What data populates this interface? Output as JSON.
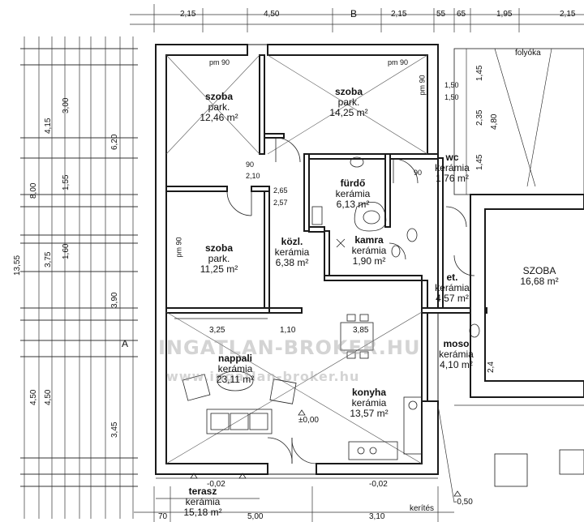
{
  "rooms": {
    "szoba1": {
      "name": "szoba",
      "sub": "park.",
      "area": "12,46 m²"
    },
    "szoba2": {
      "name": "szoba",
      "sub": "park.",
      "area": "14,25 m²"
    },
    "szoba3": {
      "name": "szoba",
      "sub": "park.",
      "area": "11,25 m²"
    },
    "furdo": {
      "name": "fürdő",
      "sub": "kerámia",
      "area": "6,13 m²"
    },
    "kozl": {
      "name": "közl.",
      "sub": "kerámia",
      "area": "6,38 m²"
    },
    "kamra": {
      "name": "kamra",
      "sub": "kerámia",
      "area": "1,90 m²"
    },
    "wc": {
      "name": "wc",
      "sub": "kerámia",
      "area": "1,76 m²"
    },
    "et": {
      "name": "et.",
      "sub": "kerámia",
      "area": "4,57 m²"
    },
    "moso": {
      "name": "moso",
      "sub": "kerámia",
      "area": "4,10 m²"
    },
    "nappali": {
      "name": "nappali",
      "sub": "kerámia",
      "area": "23,11 m²"
    },
    "konyha": {
      "name": "konyha",
      "sub": "kerámia",
      "area": "13,57 m²"
    },
    "terasz": {
      "name": "terasz",
      "sub": "kerámia",
      "area": "15,18 m²"
    },
    "szoba_right": {
      "name": "SZOBA",
      "area": "16,68 m²"
    }
  },
  "labels": {
    "folyoka": "folyóka",
    "kerites": "kerítés",
    "level0": "±0,00",
    "level_m002a": "-0,02",
    "level_m002b": "-0,02",
    "level_m050": "-0,50",
    "section_a": "A",
    "section_b": "B"
  },
  "watermark": {
    "main": "INGATLAN-BROKER.HU",
    "sub": "www.ingatlan-broker.hu"
  },
  "dims_top": [
    "2,15",
    "4,50",
    "2,15",
    "55",
    "65",
    "1,95",
    "2,15"
  ],
  "dims_bottom": [
    "70",
    "5,00",
    "3,10"
  ],
  "dims_left_outer": [
    "13,55",
    "8,00",
    "4,50"
  ],
  "dims_left_mid": [
    "6,20",
    "3,90",
    "3,45"
  ],
  "dims_left_inner": [
    "4,15",
    "3,75",
    "4,50",
    "3,00",
    "1,55",
    "1,60"
  ],
  "dims_inner": [
    "3,25",
    "1,10",
    "3,85",
    "2,65",
    "2,57",
    "2,10",
    "90",
    "90",
    "1,50",
    "1,50",
    "2,4",
    "4,80",
    "1,45",
    "2,35",
    "1,45"
  ],
  "door_labels": [
    "pm 90",
    "pm 90",
    "pm 90",
    "pm 90"
  ],
  "colors": {
    "wall": "#1a1a1a",
    "wall_fill": "#ffffff",
    "line": "#222222",
    "watermark": "#a0a0a0"
  }
}
